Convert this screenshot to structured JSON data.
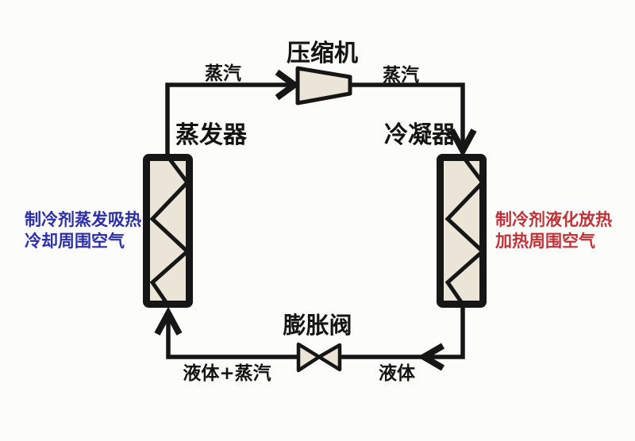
{
  "diagram": {
    "components": {
      "compressor_label": "压缩机",
      "evaporator_label": "蒸发器",
      "condenser_label": "冷凝器",
      "expansion_valve_label": "膨胀阀"
    },
    "flow_labels": {
      "evaporator_to_compressor": "蒸汽",
      "compressor_to_condenser": "蒸汽",
      "valve_to_evaporator": "液体+蒸汽",
      "condenser_to_valve": "液体"
    },
    "notes": {
      "evaporator_line1": "制冷剂蒸发吸热",
      "evaporator_line2": "冷却周围空气",
      "condenser_line1": "制冷剂液化放热",
      "condenser_line2": "加热周围空气"
    },
    "colors": {
      "line": "#161616",
      "text": "#141414",
      "component_fill": "#eae5d6",
      "evaporator_note": "#2b2fa8",
      "condenser_note": "#bf3338",
      "background": "#fcfcfa"
    }
  }
}
